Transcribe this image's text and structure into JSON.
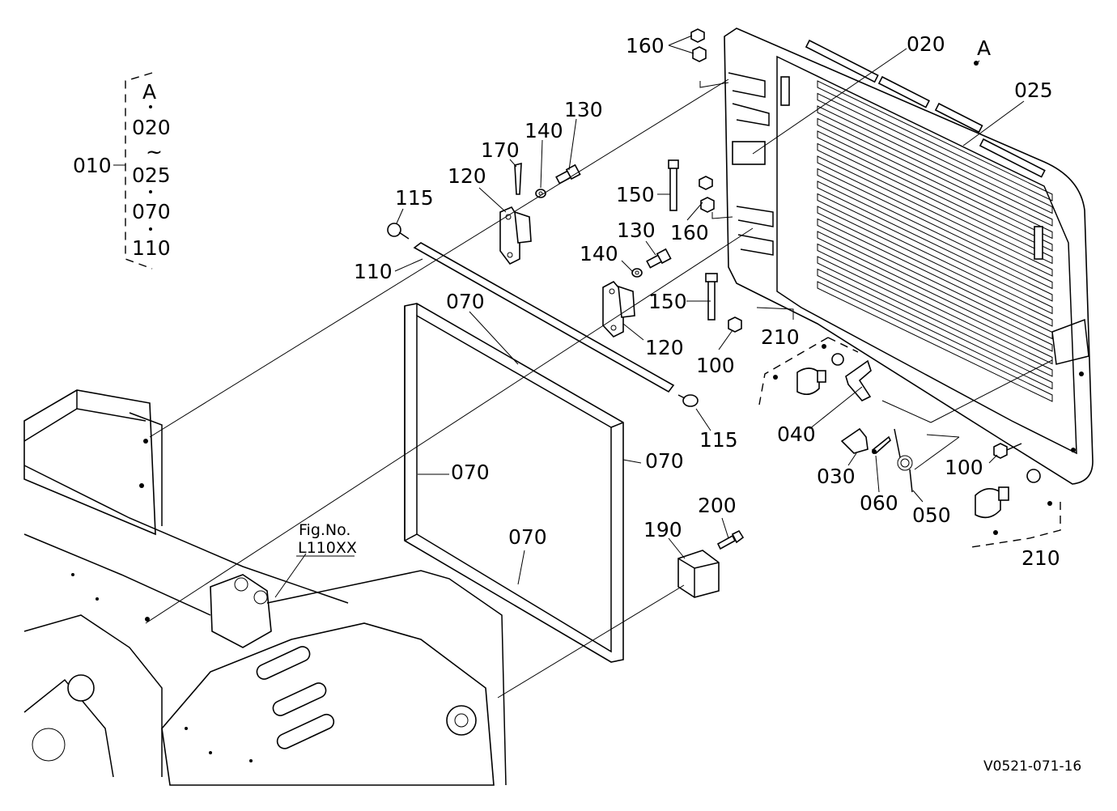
{
  "group": {
    "parent": "010",
    "items": [
      "A",
      "020",
      "~",
      "025",
      "070",
      "110"
    ]
  },
  "callouts": {
    "c160a": "160",
    "c020": "020",
    "cA": "A",
    "c025": "025",
    "c130a": "130",
    "c140a": "140",
    "c170": "170",
    "c120a": "120",
    "c115a": "115",
    "c150a": "150",
    "c160b": "160",
    "c130b": "130",
    "c140b": "140",
    "c110": "110",
    "c070top": "070",
    "c150b": "150",
    "c210a": "210",
    "c120b": "120",
    "c100a": "100",
    "c115b": "115",
    "c040": "040",
    "c030": "030",
    "c060": "060",
    "c050": "050",
    "c100b": "100",
    "c210b": "210",
    "c070left": "070",
    "c070right": "070",
    "c070bottom": "070",
    "c190": "190",
    "c200": "200"
  },
  "reference": {
    "title": "Fig.No.",
    "code": "L110XX"
  },
  "drawing_code": "V0521-071-16"
}
